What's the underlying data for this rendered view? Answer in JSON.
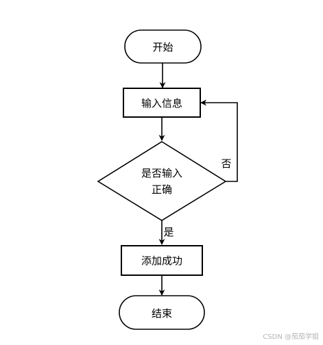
{
  "diagram": {
    "nodes": {
      "start": "开始",
      "input": "输入信息",
      "check_line1": "是否输入",
      "check_line2": "正确",
      "success": "添加成功",
      "end": "结束"
    },
    "edges": {
      "yes": "是",
      "no": "否"
    }
  },
  "watermark": "CSDN @茄茄学姐"
}
